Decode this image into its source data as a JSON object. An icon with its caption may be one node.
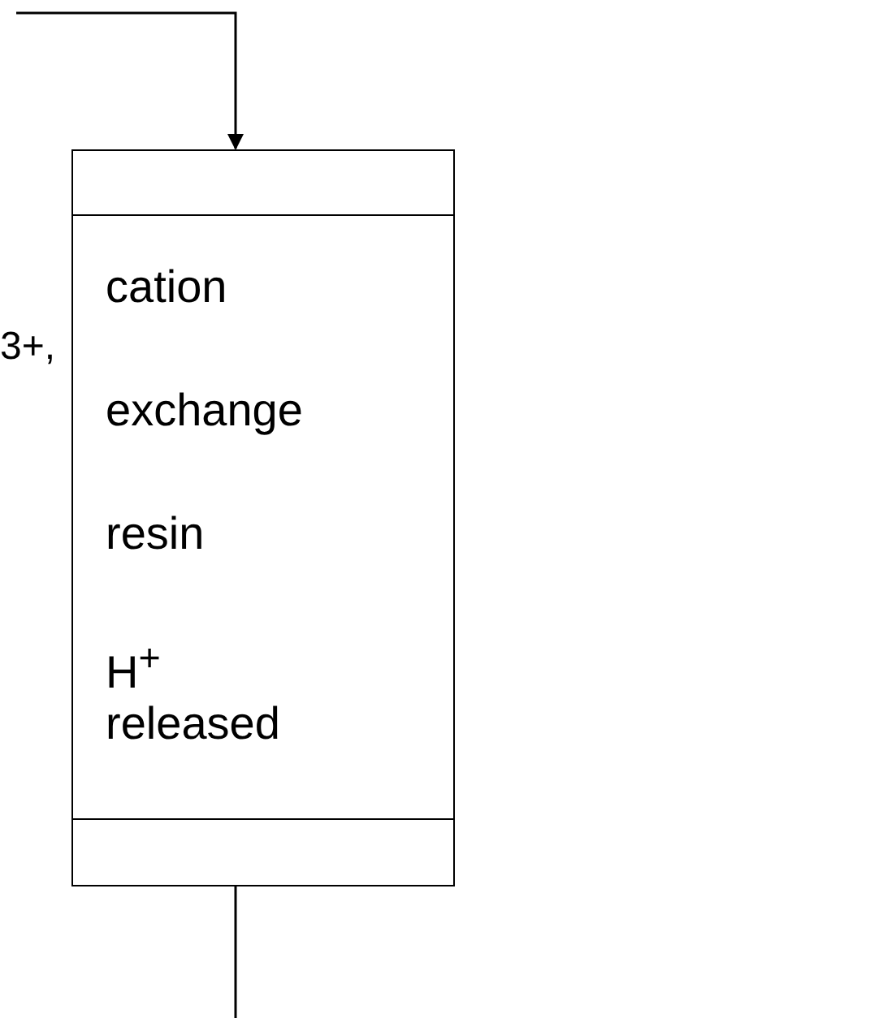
{
  "diagram": {
    "nodes": [
      {
        "text": [
          "cation",
          "exchange",
          "resin",
          "H$^{+}$ released"
        ]
      },
      {
        "text": [],
        "shape": "bar",
        "in": 0
      },
      {
        "text": [],
        "shape": "bar",
        "in": 0
      }
    ],
    "edges": [
      {
        "from": null,
        "to": 1,
        "arrow": "to"
      },
      {
        "from": 2,
        "to": null,
        "arrow": "none"
      }
    ],
    "labels": [
      "3+,"
    ]
  }
}
